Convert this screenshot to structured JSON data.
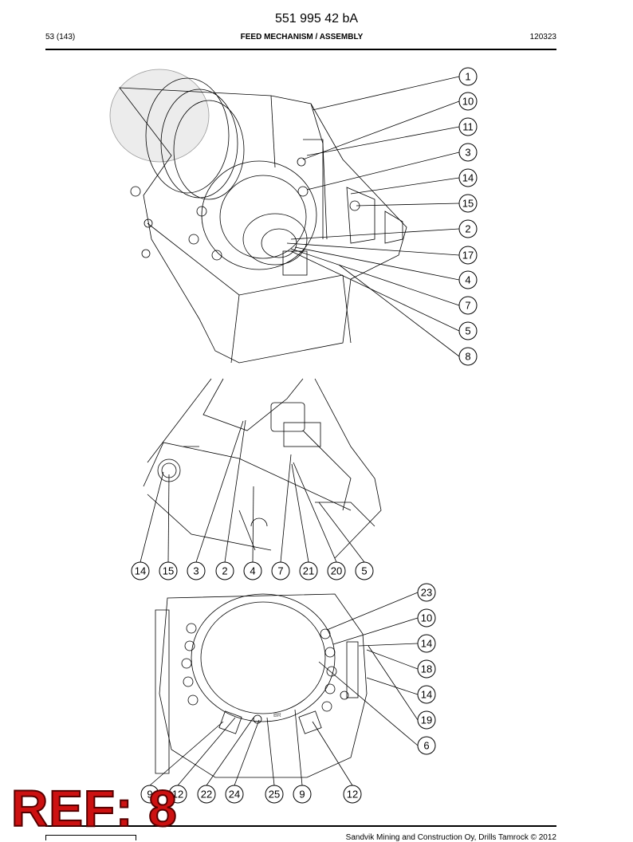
{
  "header": {
    "doc_number": "551 995 42 bA",
    "page_ref": "53 (143)",
    "section_title": "FEED MECHANISM / ASSEMBLY",
    "date_code": "120323"
  },
  "views": {
    "top": {
      "callouts": [
        "1",
        "10",
        "11",
        "3",
        "14",
        "15",
        "2",
        "17",
        "4",
        "7",
        "5",
        "8"
      ]
    },
    "middle": {
      "callouts": [
        "14",
        "15",
        "3",
        "2",
        "4",
        "7",
        "21",
        "20",
        "5"
      ]
    },
    "bottom": {
      "callouts_right": [
        "23",
        "10",
        "14",
        "18",
        "14",
        "19",
        "6"
      ],
      "callouts_bottom": [
        "9",
        "12",
        "22",
        "24",
        "25",
        "9",
        "12"
      ],
      "part_marking": "BR"
    }
  },
  "footer": {
    "copyright": "Sandvik Mining and Construction Oy, Drills Tamrock © 2012",
    "ref_label": "REF: 8"
  }
}
